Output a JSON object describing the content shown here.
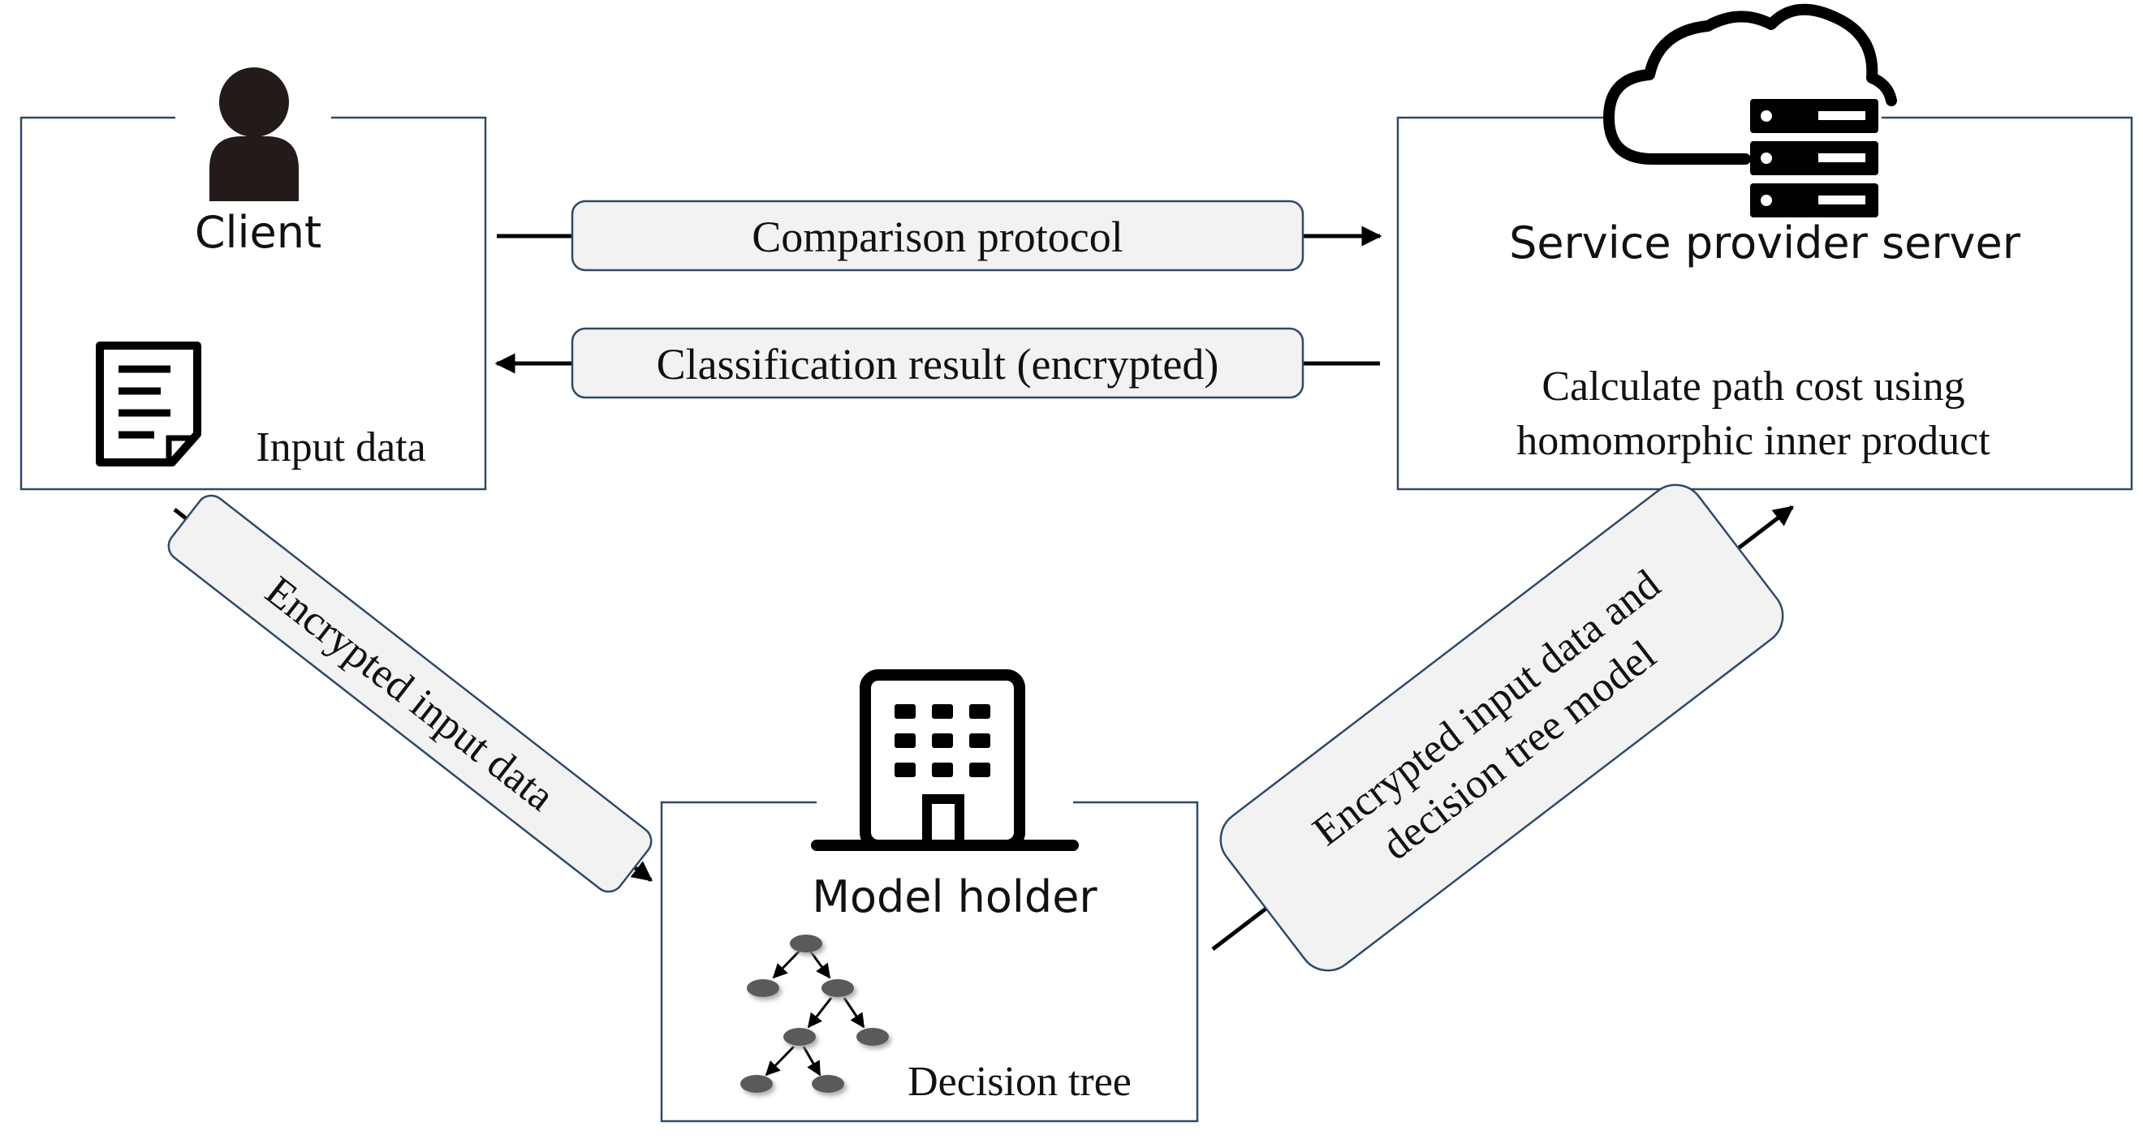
{
  "nodes": {
    "client": {
      "label": "Client",
      "data_label": "Input data",
      "icon": "person-icon",
      "data_icon": "document-icon"
    },
    "server": {
      "label": "Service provider server",
      "note_line1": "Calculate path cost using",
      "note_line2": "homomorphic inner product",
      "icon": "cloud-server-icon"
    },
    "model_holder": {
      "label": "Model holder",
      "tree_label": "Decision tree",
      "icon": "building-icon",
      "tree_icon": "decision-tree-icon"
    }
  },
  "edges": {
    "comparison": {
      "label": "Comparison protocol",
      "from": "client",
      "to": "server"
    },
    "classification": {
      "label": "Classification result (encrypted)",
      "from": "server",
      "to": "client"
    },
    "encrypted_input": {
      "label": "Encrypted input data",
      "from": "client",
      "to": "model_holder"
    },
    "encrypted_model_line1": "Encrypted input data and",
    "encrypted_model_line2": "decision tree model",
    "encrypted_model_from": "model_holder",
    "encrypted_model_to": "server"
  },
  "colors": {
    "box_border": "#2f4a6a",
    "label_fill": "#f2f2f2",
    "icon_fill": "#231a1a",
    "line": "#000000",
    "tree_node": "#5a5a5a"
  }
}
